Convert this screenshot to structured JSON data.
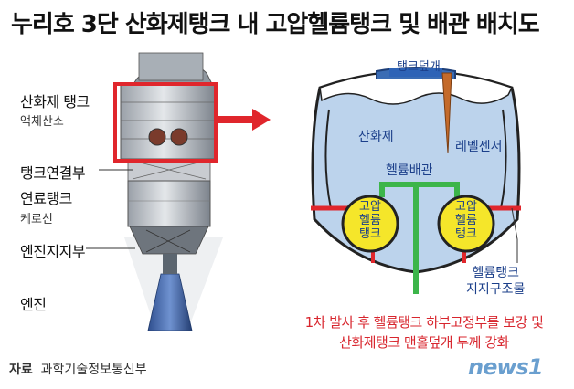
{
  "title": "누리호 3단 산화제탱크 내 고압헬륨탱크 및 배관 배치도",
  "left_labels": {
    "oxidizer_tank": "산화제 탱크",
    "oxidizer_tank_sub": "액체산소",
    "tank_connector": "탱크연결부",
    "fuel_tank": "연료탱크",
    "fuel_tank_sub": "케로신",
    "engine_support": "엔진지지부",
    "engine": "엔진"
  },
  "detail_labels": {
    "tank_cover": "탱크덮개",
    "oxidizer": "산화제",
    "level_sensor": "레벨센서",
    "helium_pipe": "헬륨배관",
    "hp_helium_tank_left": [
      "고압",
      "헬륨",
      "탱크"
    ],
    "hp_helium_tank_right": [
      "고압",
      "헬륨",
      "탱크"
    ],
    "helium_tank_support": [
      "헬륨탱크",
      "지지구조물"
    ]
  },
  "caption": [
    "1차 발사 후 헬륨탱크 하부고정부를 보강 및",
    "산화제탱크 맨홀덮개 두께 강화"
  ],
  "source": {
    "label": "자료",
    "value": "과학기술정보통신부"
  },
  "logo": "news1",
  "colors": {
    "highlight_red": "#e0262c",
    "pipe_green": "#3cb54a",
    "helium_yellow": "#f5e62a",
    "tank_blue": "#bcd3ec",
    "caption_red": "#d8262e"
  }
}
